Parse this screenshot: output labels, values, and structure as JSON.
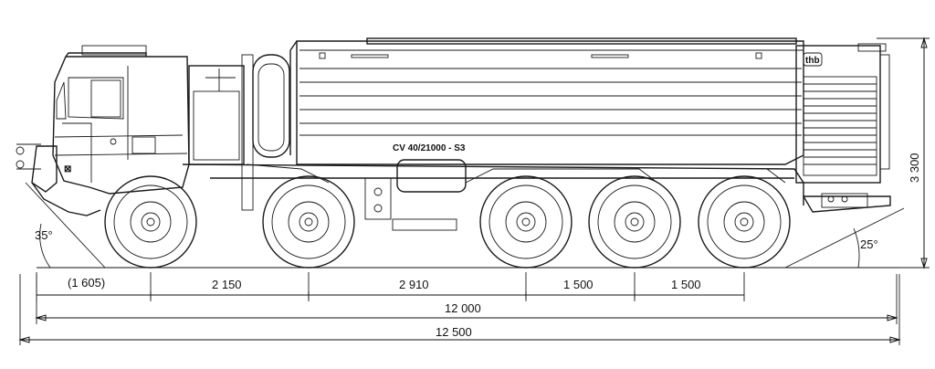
{
  "vehicle": {
    "tank_label": "CV 40/21000 - S3",
    "logo_text": "thb",
    "num_axles": 5
  },
  "dimensions": {
    "front_overhang": "(1 605)",
    "axle_1_2": "2 150",
    "axle_2_3": "2 910",
    "axle_3_4": "1 500",
    "axle_4_5": "1 500",
    "wheelbase_total": "12 000",
    "overall_length": "12 500",
    "overall_height": "3 300",
    "approach_angle": "35°",
    "departure_angle": "25°"
  },
  "colors": {
    "line": "#1a1a1a",
    "background": "#ffffff"
  }
}
